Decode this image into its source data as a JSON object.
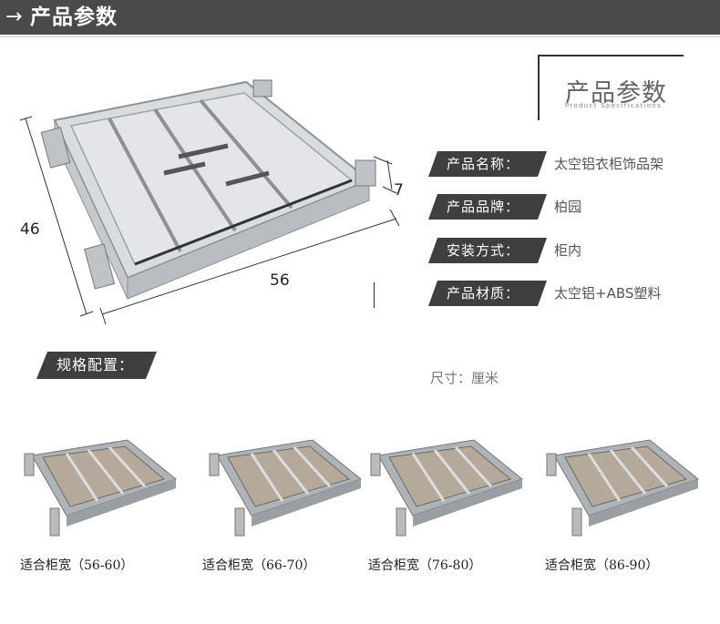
{
  "header": {
    "arrow": "→",
    "title": "产品参数"
  },
  "dimensions": {
    "depth": "46",
    "width": "56",
    "height": "7"
  },
  "spec_box": {
    "title": "产品参数",
    "subtitle": "Product Specifications"
  },
  "specs": [
    {
      "label": "产品名称：",
      "value": "太空铝衣柜饰品架"
    },
    {
      "label": "产品品牌：",
      "value": "柏园"
    },
    {
      "label": "安装方式：",
      "value": "柜内"
    },
    {
      "label": "产品材质：",
      "value": "太空铝+ABS塑料"
    }
  ],
  "config": {
    "label": "规格配置：",
    "size_note": "尺寸：厘米"
  },
  "variants": [
    {
      "caption": "适合柜宽（56-60）"
    },
    {
      "caption": "适合柜宽（66-70）"
    },
    {
      "caption": "适合柜宽（76-80）"
    },
    {
      "caption": "适合柜宽（86-90）"
    }
  ],
  "colors": {
    "header_bg": "#4a4a4a",
    "label_bg": "#3f3f3f",
    "tray_fill": "#b5a99c",
    "frame": "#a9adb2"
  }
}
